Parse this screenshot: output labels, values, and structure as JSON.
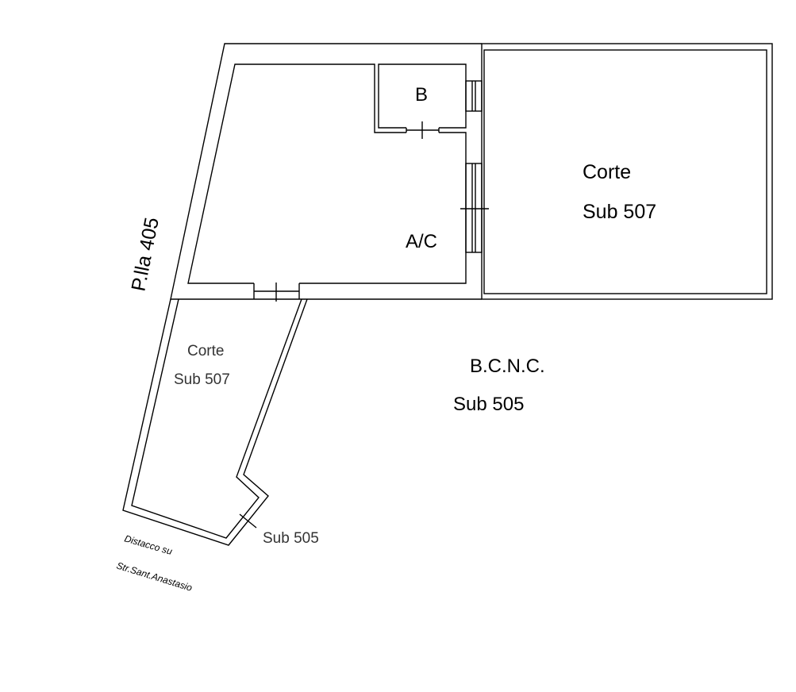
{
  "plan": {
    "rooms": {
      "bathroom": "B",
      "main_room": "A/C"
    },
    "courtyard_right": {
      "line1": "Corte",
      "line2": "Sub 507"
    },
    "courtyard_left": {
      "line1": "Corte",
      "line2": "Sub 507"
    },
    "common_area": {
      "line1": "B.C.N.C.",
      "line2": "Sub 505"
    },
    "parcel_label": "P.lla 405",
    "access_label": "Sub 505",
    "note": {
      "line1": "Distacco su",
      "line2": "Str.Sant.Anastasio"
    }
  }
}
